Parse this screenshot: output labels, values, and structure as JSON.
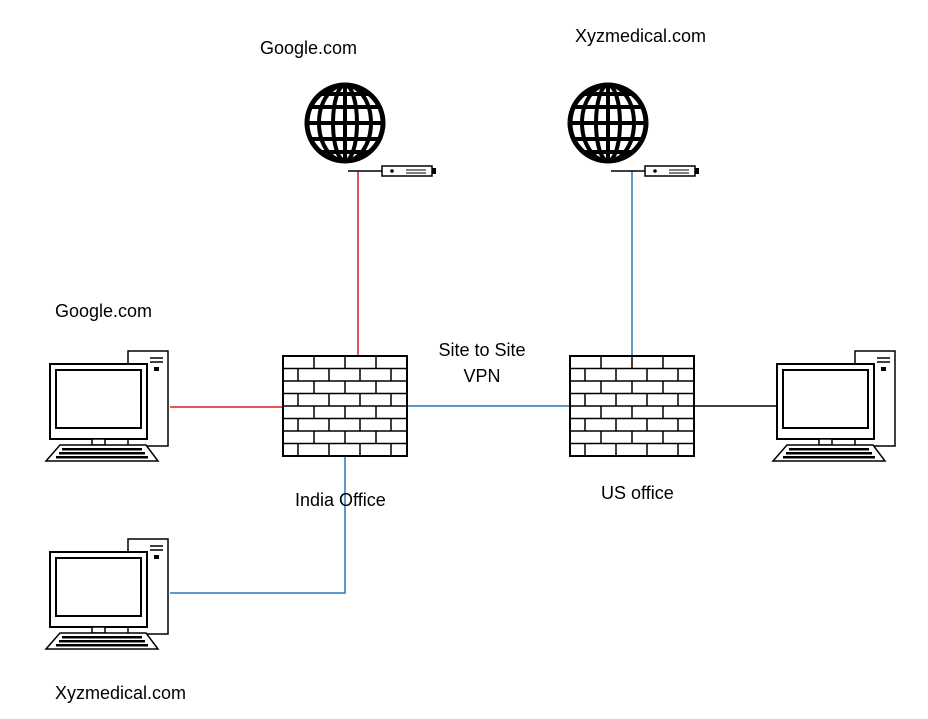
{
  "labels": {
    "globe_left": "Google.com",
    "globe_right": "Xyzmedical.com",
    "pc_top_left": "Google.com",
    "vpn_line1": "Site to Site",
    "vpn_line2": "VPN",
    "india_office": "India Office",
    "us_office": "US office",
    "pc_bottom_left": "Xyzmedical.com"
  },
  "colors": {
    "red_link": "#e31a1c",
    "blue_link": "#2e75b6",
    "black_link": "#000000"
  },
  "icons": {
    "globe": "globe-icon",
    "router": "router-icon",
    "firewall": "firewall-icon",
    "computer": "computer-icon"
  }
}
